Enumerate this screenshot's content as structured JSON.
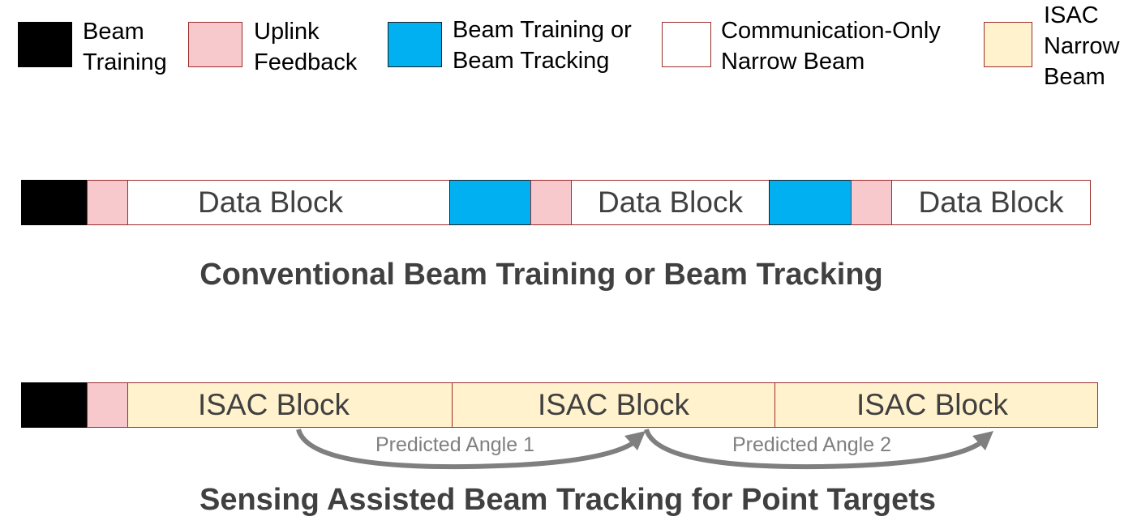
{
  "legend": {
    "beam_training": [
      "Beam",
      "Training"
    ],
    "uplink_feedback": [
      "Uplink",
      "Feedback"
    ],
    "beam_training_or_tracking": [
      "Beam Training or",
      "Beam Tracking"
    ],
    "comm_only_narrow_beam": [
      "Communication-Only",
      "Narrow Beam"
    ],
    "isac_narrow_beam": [
      "ISAC",
      "Narrow",
      "Beam"
    ]
  },
  "conventional": {
    "blocks": [
      "Data Block",
      "Data Block",
      "Data Block"
    ],
    "caption": "Conventional Beam Training or Beam Tracking"
  },
  "sensing": {
    "blocks": [
      "ISAC Block",
      "ISAC Block",
      "ISAC Block"
    ],
    "arc_labels": [
      "Predicted Angle 1",
      "Predicted Angle 2"
    ],
    "caption": "Sensing Assisted Beam Tracking for Point Targets"
  },
  "colors": {
    "beam_training": "#000000",
    "uplink_feedback": "#f8c9cc",
    "beam_tracking": "#00b0f0",
    "comm_only": "#ffffff",
    "isac": "#fff2cc",
    "border": "#9b2d2d",
    "arrow": "#7f7f7f"
  }
}
